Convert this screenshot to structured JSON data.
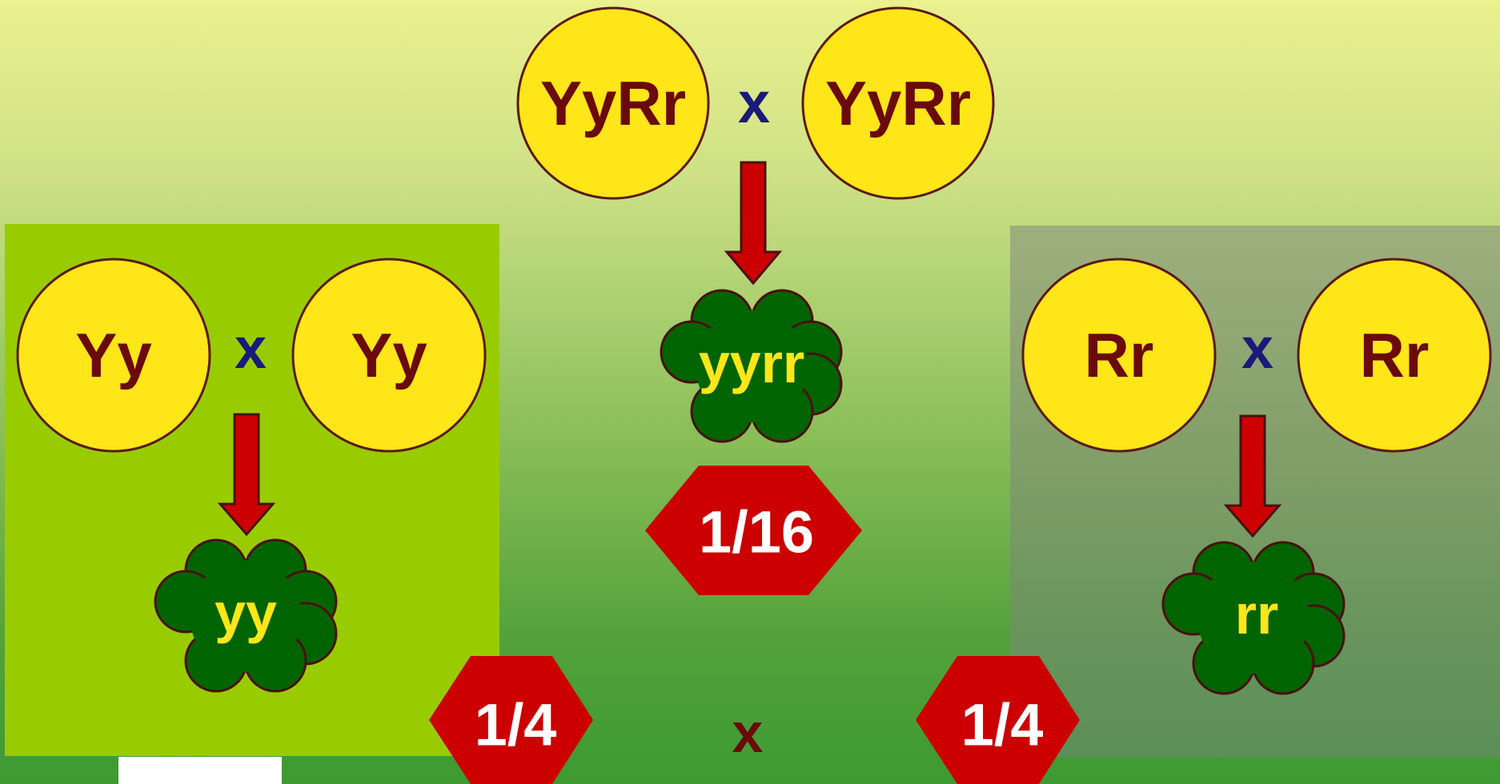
{
  "colors": {
    "pea_yellow": "#ffe619",
    "pea_green": "#006400",
    "outline": "#5a1a1a",
    "genotype_text": "#6b0a0a",
    "cross_x": "#1a1a7a",
    "arrow": "#cc0000",
    "hex_fill": "#cc0000",
    "hex_text": "#ffffff",
    "green_pea_text": "#ffe619",
    "left_panel": "#99cc00"
  },
  "center": {
    "parent_left": "YyRr",
    "cross": "x",
    "parent_right": "YyRr",
    "offspring": "yyrr",
    "probability": "1/16"
  },
  "left": {
    "parent_left": "Yy",
    "cross": "x",
    "parent_right": "Yy",
    "offspring": "yy",
    "probability": "1/4"
  },
  "right": {
    "parent_left": "Rr",
    "cross": "x",
    "parent_right": "Rr",
    "offspring": "rr",
    "probability": "1/4"
  },
  "product_sign": "x"
}
